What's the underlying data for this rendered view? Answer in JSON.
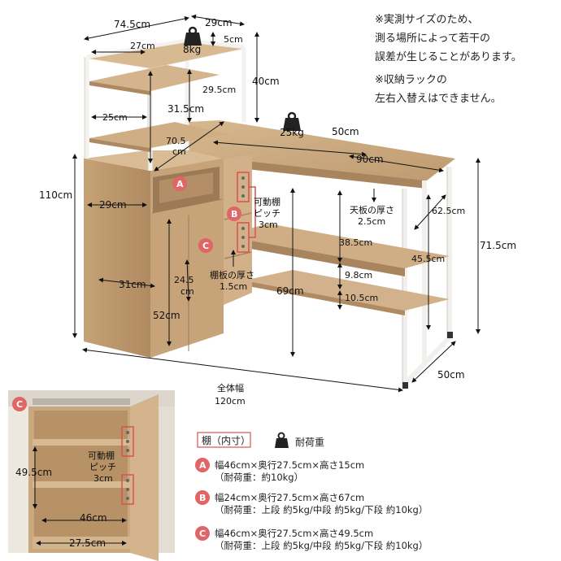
{
  "notes": [
    "※実測サイズのため、",
    "測る場所によって若干の",
    "誤差が生じることがあります。",
    "※収納ラックの",
    "左右入替えはできません。"
  ],
  "dimensions": {
    "total_depth_top": "74.5cm",
    "rack_width_top": "29cm",
    "rack_inner_depth": "27cm",
    "top_gap": "5cm",
    "rack_height": "40cm",
    "rack_inner_height": "29.5cm",
    "rack_side": "25cm",
    "rack_shelf_height": "31.5cm",
    "desk_depth": "70.5\ncm",
    "desk_width_depth": "50cm",
    "desk_width": "90cm",
    "total_height": "110cm",
    "cabinet_width": "29cm",
    "cabinet_depth": "31cm",
    "cabinet_inner": "24.5\ncm",
    "cabinet_height": "52cm",
    "desk_thickness_label": "天板の厚さ",
    "desk_thickness": "2.5cm",
    "desk_right_depth": "62.5cm",
    "desk_height": "71.5cm",
    "under_desk_clearance": "38.5cm",
    "under_desk_depth": "45.5cm",
    "lower_shelf_gap": "9.8cm",
    "bottom_gap": "10.5cm",
    "desk_floor_height": "69cm",
    "desk_right_bottom": "50cm",
    "total_width_label": "全体幅",
    "total_width": "120cm",
    "movable_shelf_label": "可動棚",
    "pitch_label": "ピッチ",
    "pitch": "3cm",
    "shelf_thickness_label": "棚板の厚さ",
    "shelf_thickness": "1.5cm"
  },
  "loads": {
    "top": "8kg",
    "desk": "25kg"
  },
  "inset": {
    "badge": "C",
    "height": "49.5cm",
    "movable_shelf_label": "可動棚",
    "pitch_label": "ピッチ",
    "pitch": "3cm",
    "width": "46cm",
    "depth": "27.5cm"
  },
  "legend": {
    "title": "棚（内寸）",
    "load_label": "耐荷重",
    "items": [
      {
        "badge": "A",
        "line1": "幅46cm×奥行27.5cm×高さ15cm",
        "line2": "（耐荷重：約10kg）"
      },
      {
        "badge": "B",
        "line1": "幅24cm×奥行27.5cm×高さ67cm",
        "line2": "（耐荷重：上段 約5kg/中段 約5kg/下段 約10kg）"
      },
      {
        "badge": "C",
        "line1": "幅46cm×奥行27.5cm×高さ49.5cm",
        "line2": "（耐荷重：上段 約5kg/中段 約5kg/下段 約10kg）"
      }
    ]
  },
  "colors": {
    "wood": "#c9a77f",
    "wood_dark": "#a8855f",
    "frame": "#f4f2ee",
    "badge": "#e06565"
  }
}
